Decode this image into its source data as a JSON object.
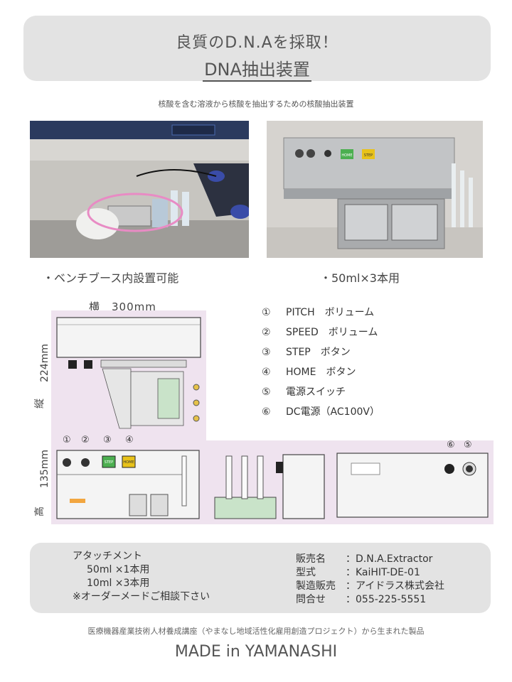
{
  "header": {
    "line1": "良質のD.N.Aを採取！",
    "line2": "DNA抽出装置"
  },
  "subtitle": "核酸を含む溶液から核酸を抽出するための核酸抽出装置",
  "photos": {
    "left_caption": "・ベンチブース内設置可能",
    "right_caption": "・50ml×3本用",
    "right_buttons": [
      "HOME",
      "STEP"
    ]
  },
  "dimensions": {
    "width_label": "横　300mm",
    "depth_value": "224mm",
    "depth_label": "縦",
    "height_value": "135mm",
    "height_label": "高"
  },
  "spec_list": [
    {
      "num": "①",
      "text": "PITCH　ボリューム"
    },
    {
      "num": "②",
      "text": "SPEED　ボリューム"
    },
    {
      "num": "③",
      "text": "STEP　ボタン"
    },
    {
      "num": "④",
      "text": "HOME　ボタン"
    },
    {
      "num": "⑤",
      "text": "電源スイッチ"
    },
    {
      "num": "⑥",
      "text": "DC電源（AC100V）"
    }
  ],
  "front_view_labels": [
    "①",
    "②",
    "③",
    "④"
  ],
  "rear_view_labels": [
    "⑥",
    "⑤"
  ],
  "front_buttons": [
    "STEP",
    "HOME"
  ],
  "attachment": {
    "title": "アタッチメント",
    "line1": "50ml ×1本用",
    "line2": "10ml ×3本用",
    "note": "※オーダーメードご相談下さい"
  },
  "product_info": [
    {
      "key": "販売名",
      "value": "：D.N.A.Extractor"
    },
    {
      "key": "型式",
      "value": "：KaiHIT-DE-01"
    },
    {
      "key": "製造販売",
      "value": "：アイドラス株式会社"
    },
    {
      "key": "問合せ",
      "value": "：055-225-5551"
    }
  ],
  "origin_note": "医療機器産業技術人材養成講座（やまなし地域活性化雇用創造プロジェクト）から生まれた製品",
  "made_in": "MADE in YAMANASHI",
  "colors": {
    "box_gray": "#e3e3e3",
    "diagram_pink": "#efe3ef",
    "step_green": "#4caf50",
    "home_yellow": "#e8c21a",
    "highlight_pink": "#e88bc4"
  }
}
